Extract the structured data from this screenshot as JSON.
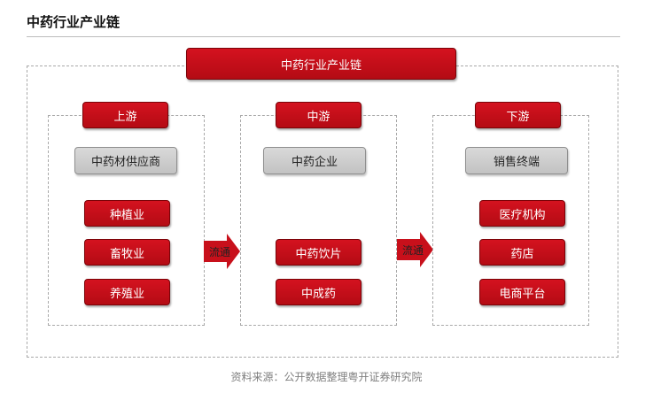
{
  "title": "中药行业产业链",
  "diagram": {
    "root": "中药行业产业链",
    "columns": [
      {
        "header": "上游",
        "category": "中药材供应商",
        "items": [
          "种植业",
          "畜牧业",
          "养殖业"
        ]
      },
      {
        "header": "中游",
        "category": "中药企业",
        "items": [
          "中药饮片",
          "中成药"
        ]
      },
      {
        "header": "下游",
        "category": "销售终端",
        "items": [
          "医疗机构",
          "药店",
          "电商平台"
        ]
      }
    ],
    "flow_labels": [
      "流通",
      "流通"
    ]
  },
  "source": "资料来源：公开数据整理粤开证券研究院",
  "colors": {
    "accent_red": "#c8101b",
    "category_gray": "#cfcfcf",
    "dashed_border": "#a9a9a9"
  }
}
